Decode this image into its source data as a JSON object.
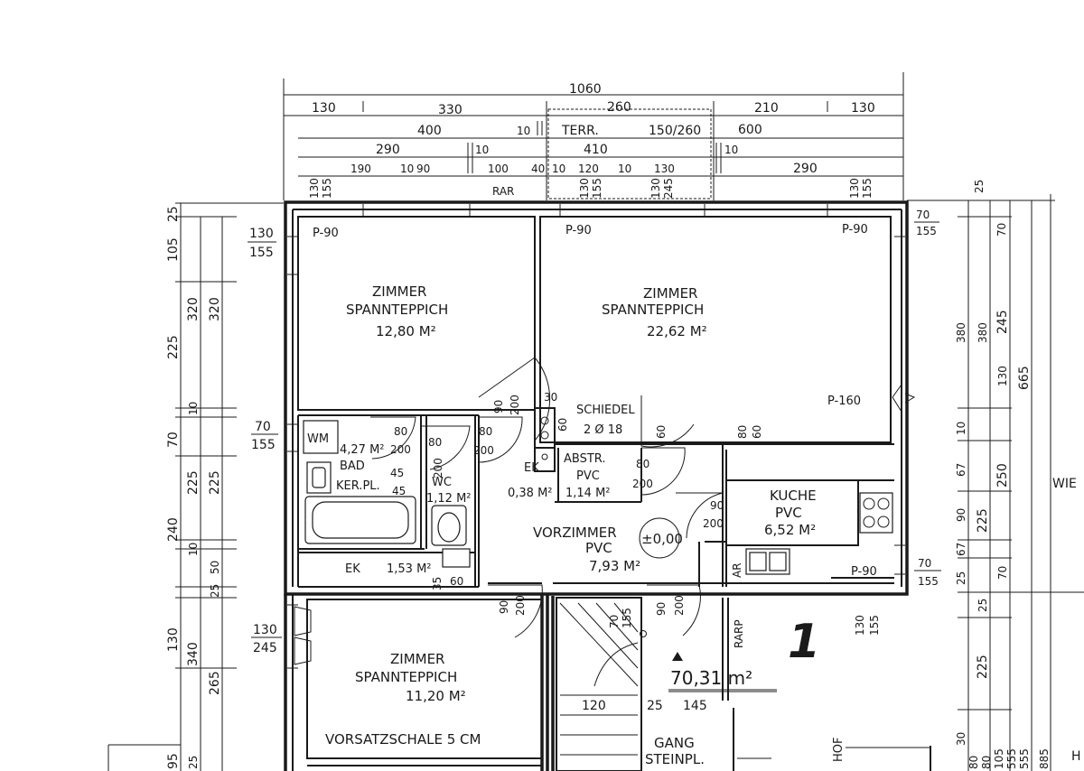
{
  "overall_width": "1060",
  "top_dims": {
    "row1": [
      "130",
      "330",
      "260",
      "210",
      "130"
    ],
    "row2": [
      "400",
      "10",
      "TERR.",
      "150/260",
      "600"
    ],
    "row3": [
      "290",
      "10",
      "410",
      "10"
    ],
    "row4": [
      "190",
      "10",
      "90",
      "100",
      "40",
      "10",
      "120",
      "10",
      "130",
      "290"
    ],
    "rar": "RAR",
    "window_marks": [
      [
        "130",
        "155"
      ],
      [
        "130",
        "155"
      ],
      [
        "130",
        "245"
      ],
      [
        "130",
        "155"
      ]
    ]
  },
  "left_dims": [
    "25",
    "105",
    "320",
    "320",
    "225",
    "10",
    "70",
    "225",
    "225",
    "240",
    "10",
    "25",
    "50",
    "130",
    "340",
    "265",
    "95",
    "25"
  ],
  "right_dims": [
    "25",
    "70",
    "380",
    "380",
    "245",
    "130",
    "665",
    "10",
    "67",
    "250",
    "90",
    "225",
    "25",
    "67",
    "70",
    "25",
    "225",
    "30",
    "80",
    "80",
    "105",
    "555",
    "555",
    "885"
  ],
  "window_labels_left": [
    [
      "130",
      "155"
    ],
    [
      "70",
      "155"
    ],
    [
      "130",
      "245"
    ]
  ],
  "window_labels_right": [
    [
      "70",
      "155"
    ],
    [
      "70",
      "155"
    ],
    [
      "130",
      "155"
    ]
  ],
  "rooms": [
    {
      "name": "ZIMMER",
      "floor": "SPANNTEPPICH",
      "area": "12,80 M²"
    },
    {
      "name": "ZIMMER",
      "floor": "SPANNTEPPICH",
      "area": "22,62 M²"
    },
    {
      "name": "ZIMMER",
      "floor": "SPANNTEPPICH",
      "area": "11,20 M²"
    },
    {
      "name": "KUCHE",
      "floor": "PVC",
      "area": "6,52 M²"
    },
    {
      "name": "VORZIMMER",
      "floor": "PVC",
      "area": "7,93 M²"
    },
    {
      "name": "BAD",
      "floor": "KER.PL.",
      "area": "4,27 M²"
    },
    {
      "name": "WC",
      "area": "1,12 M²"
    },
    {
      "name": "ABSTR.",
      "floor": "PVC",
      "area": "1,14 M²"
    },
    {
      "name": "EK",
      "area": "1,53 M²"
    },
    {
      "name": "EK",
      "area": "0,38 M²"
    }
  ],
  "p_marks": [
    "P-90",
    "P-90",
    "P-90",
    "P-160",
    "P-90"
  ],
  "schiedel": {
    "label": "SCHIEDEL",
    "size": "2 Ø 18"
  },
  "door_labels": {
    "d1": [
      "90",
      "200"
    ],
    "d2": [
      "80",
      "200"
    ],
    "d3": [
      "80",
      "200"
    ],
    "d4": [
      "80",
      "200"
    ],
    "d5": [
      "80",
      "200"
    ],
    "d6": [
      "90",
      "200"
    ],
    "d7": [
      "90",
      "200"
    ],
    "d8": [
      "80",
      "60"
    ],
    "d9": [
      "60",
      "60"
    ],
    "d10": [
      "45",
      "45"
    ],
    "d11": [
      "90",
      "200"
    ],
    "d12": [
      "30"
    ],
    "d13": [
      "35",
      "60"
    ]
  },
  "wm": "WM",
  "ar": "AR",
  "level": "±0,00",
  "total_area": "70,31 m²",
  "apartment_no": "1",
  "vorsatzschale": "VORSATZSCHALE 5 CM",
  "stair": {
    "a": "120",
    "b": "25",
    "c": "145",
    "w1": "70",
    "w2": "155"
  },
  "gang": {
    "name": "GANG",
    "floor": "STEINPL."
  },
  "hof": "HOF",
  "rarp": "RARP",
  "right_edge": "WIE",
  "right_edge2": "H"
}
